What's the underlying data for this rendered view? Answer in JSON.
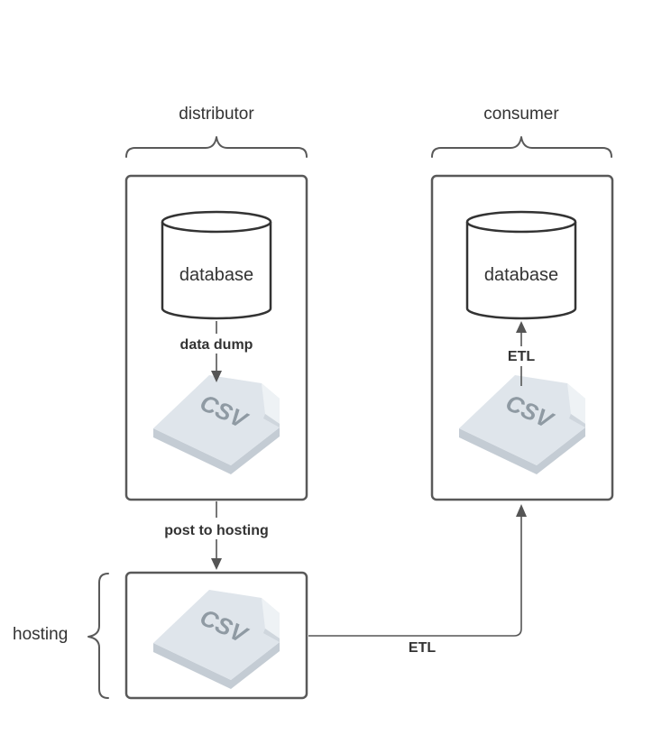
{
  "groups": {
    "distributor": "distributor",
    "consumer": "consumer",
    "hosting": "hosting"
  },
  "nodes": {
    "distributor_db": "database",
    "consumer_db": "database",
    "distributor_csv": "CSV",
    "consumer_csv": "CSV",
    "hosting_csv": "CSV"
  },
  "edges": {
    "data_dump": "data dump",
    "post_to_hosting": "post to hosting",
    "etl_hosting_to_consumer": "ETL",
    "etl_csv_to_db": "ETL"
  },
  "colors": {
    "stroke": "#595959",
    "text": "#333333",
    "csv_face": "#dfe5eb",
    "csv_side": "#c4ccd4",
    "csv_text": "#8f9aa3"
  }
}
